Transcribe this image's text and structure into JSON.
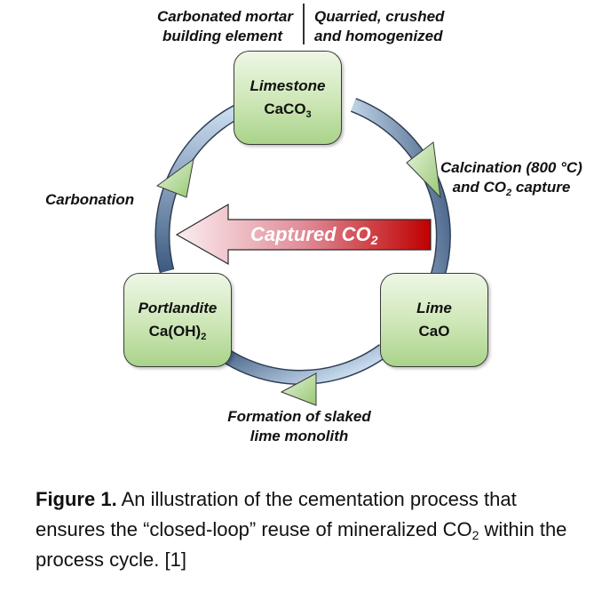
{
  "colors": {
    "ring_dark": "#3d5a80",
    "ring_light": "#c9dcef",
    "box_fill_top": "#eef7e6",
    "box_fill_bottom": "#a9d38a",
    "arrowhead": "#b5db93",
    "co2_arrow_start": "#fbeef0",
    "co2_arrow_end": "#c00000"
  },
  "top_labels": {
    "left_line1": "Carbonated mortar",
    "left_line2": "building element",
    "right_line1": "Quarried, crushed",
    "right_line2": "and homogenized"
  },
  "nodes": {
    "limestone": {
      "name": "Limestone",
      "formula_base": "CaCO",
      "formula_sub": "3"
    },
    "lime": {
      "name": "Lime",
      "formula_base": "CaO"
    },
    "portlandite": {
      "name": "Portlandite",
      "formula_base": "Ca(OH)",
      "formula_sub": "2"
    }
  },
  "steps": {
    "calcination_line1": "Calcination (800 °C)",
    "calcination_line2_pre": "and CO",
    "calcination_line2_sub": "2",
    "calcination_line2_post": " capture",
    "carbonation": "Carbonation",
    "slaking_line1": "Formation of slaked",
    "slaking_line2": "lime monolith"
  },
  "captured_arrow": {
    "text": "Captured CO",
    "sub": "2"
  },
  "caption": {
    "label": "Figure 1.",
    "text_part1": " An illustration of the cementation process that ensures the “closed-loop” reuse of mineralized CO",
    "sub": "2",
    "text_part2": " within the process cycle. [1]"
  }
}
